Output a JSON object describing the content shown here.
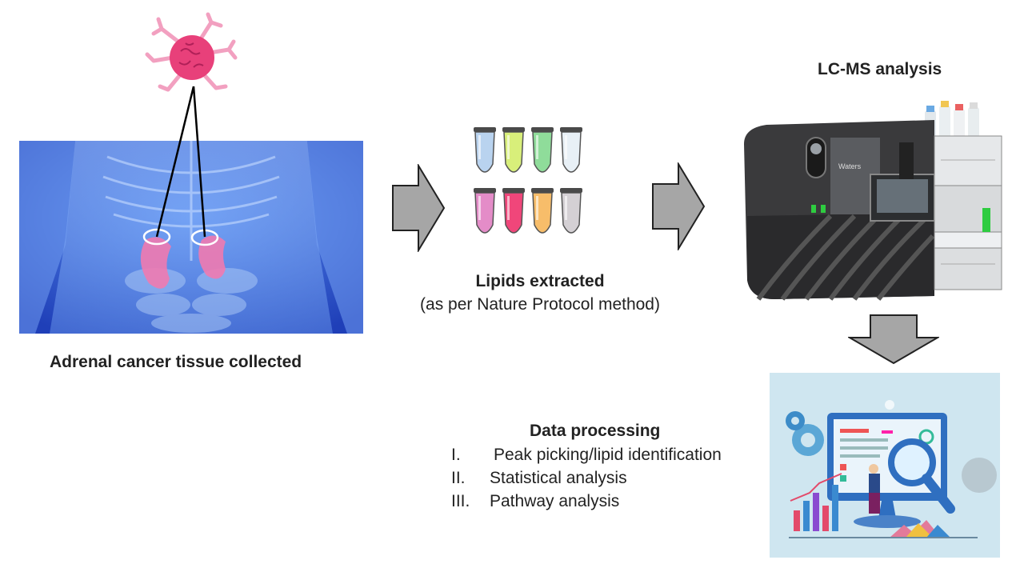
{
  "tissue": {
    "caption": "Adrenal cancer tissue collected"
  },
  "lipids": {
    "caption": "Lipids extracted",
    "subcaption": "(as per Nature Protocol method)"
  },
  "lcms": {
    "caption": "LC-MS analysis",
    "brand": "Waters"
  },
  "processing": {
    "title": "Data processing",
    "steps": [
      {
        "num": "I.",
        "text": "Peak picking/lipid identification"
      },
      {
        "num": "II.",
        "text": "Statistical analysis"
      },
      {
        "num": "III.",
        "text": "Pathway analysis"
      }
    ]
  },
  "colors": {
    "arrow_fill": "#a6a6a6",
    "arrow_stroke": "#222222",
    "body_blue": "#2f5fd8",
    "kidney_pink": "#f07ab0",
    "cell_pink": "#e8407a",
    "instrument_dark": "#3a3a3c",
    "panel_bg": "#cfe6f0"
  },
  "tube_colors": [
    "#b9d3ef",
    "#d8ef7a",
    "#8fdc9a",
    "#e8f0f6",
    "#e48cc8",
    "#f0467a",
    "#f7bd6a",
    "#d4d0d4"
  ]
}
